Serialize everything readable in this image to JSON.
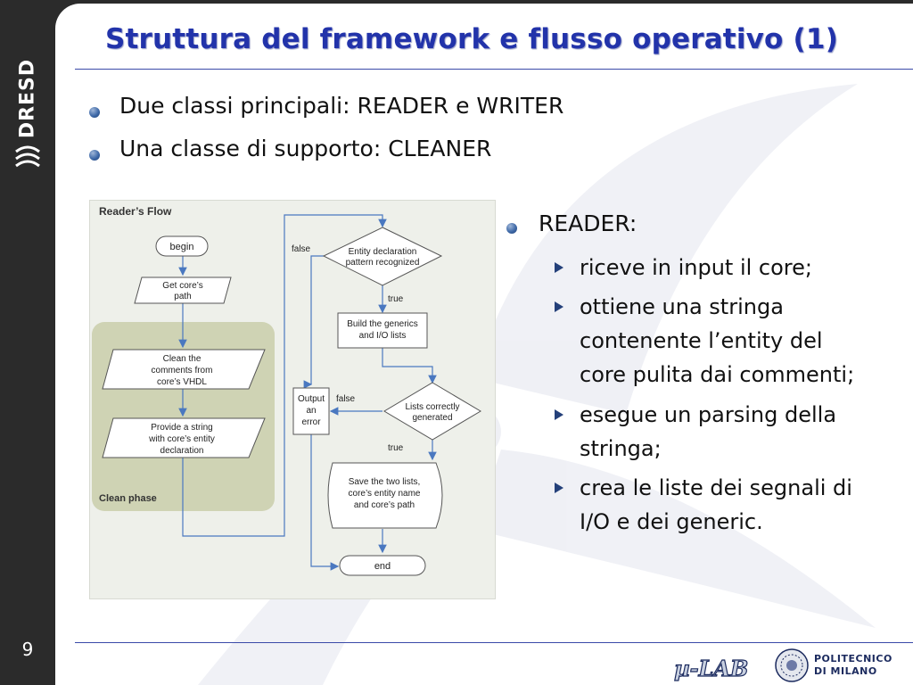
{
  "slide": {
    "page_number": "9",
    "title": "Struttura del framework e flusso operativo (1)"
  },
  "brand": {
    "text": "DRESD"
  },
  "top_bullets": [
    "Due classi principali: READER e WRITER",
    "Una classe di supporto: CLEANER"
  ],
  "right_column": {
    "heading": "READER:",
    "items": [
      [
        "riceve in input il core;"
      ],
      [
        "ottiene una stringa",
        "contenente l’entity del",
        "core pulita dai commenti;"
      ],
      [
        "esegue un parsing della",
        "stringa;"
      ],
      [
        "crea le liste dei segnali di",
        "I/O e dei generic."
      ]
    ]
  },
  "flowchart": {
    "title": "Reader’s Flow",
    "clean_phase_label": "Clean phase",
    "begin": "begin",
    "get_path": [
      "Get core’s",
      "path"
    ],
    "clean_comments": [
      "Clean the",
      "comments from",
      "core’s VHDL"
    ],
    "provide_string": [
      "Provide a string",
      "with core’s entity",
      "declaration"
    ],
    "entity_decision": [
      "Entity declaration",
      "pattern recognized"
    ],
    "build_lists": [
      "Build the generics",
      "and I/O lists"
    ],
    "lists_decision": [
      "Lists correctly",
      "generated"
    ],
    "output_error": [
      "Output",
      "an",
      "error"
    ],
    "save_lists": [
      "Save the two lists,",
      "core’s entity name",
      "and core’s path"
    ],
    "end": "end",
    "label_false_1": "false",
    "label_true_1": "true",
    "label_false_2": "false",
    "label_true_2": "true"
  },
  "footer": {
    "lab_logo": "µ-LAB",
    "university_line1": "POLITECNICO",
    "university_line2": "DI MILANO"
  },
  "colors": {
    "title": "#2233aa",
    "rule": "#3a4aa8",
    "sidebar": "#2b2b2b",
    "flow_line": "#4a78c0",
    "clean_phase": "#cfd3b4"
  }
}
